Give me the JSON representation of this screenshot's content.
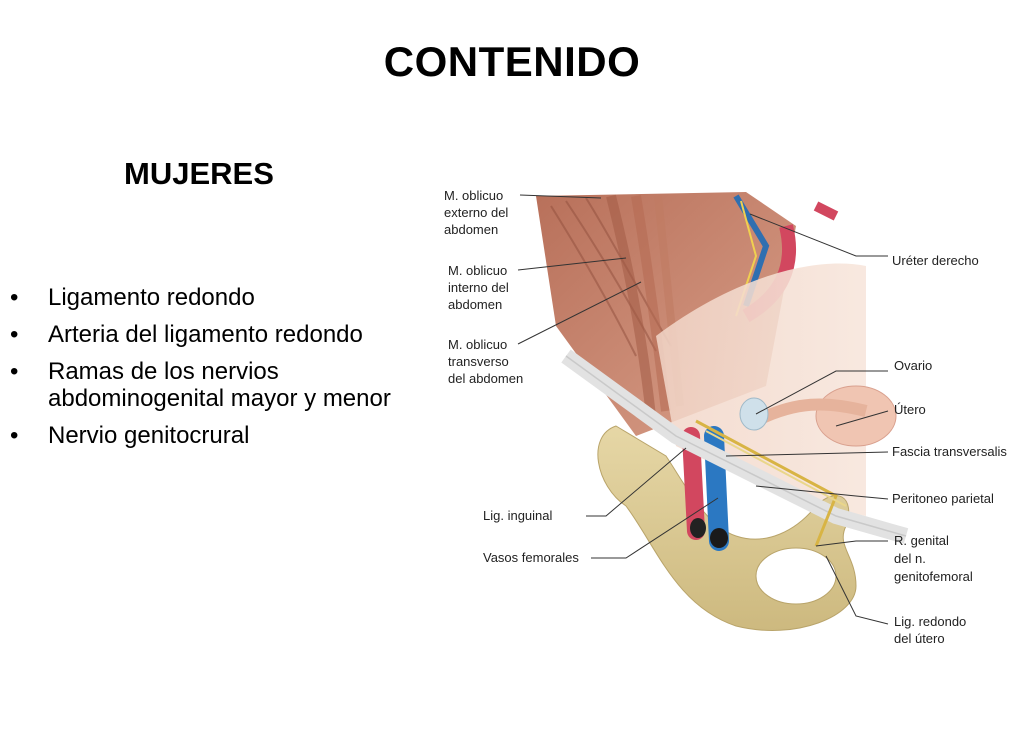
{
  "slide": {
    "title": "CONTENIDO",
    "subtitle": "MUJERES",
    "bullets": [
      "Ligamento redondo",
      "Arteria del ligamento redondo",
      "Ramas de los nervios abdominogenital mayor y menor",
      "Nervio genitocrural"
    ],
    "bullet_marker": "•"
  },
  "figure": {
    "labels": {
      "oblicuo_externo": [
        "M. oblicuo",
        "externo del",
        "abdomen"
      ],
      "oblicuo_interno": [
        "M. oblicuo",
        "interno del",
        "abdomen"
      ],
      "oblicuo_transverso": [
        "M. oblicuo",
        "transverso",
        "del abdomen"
      ],
      "ureter": [
        "Uréter derecho"
      ],
      "ovario": [
        "Ovario"
      ],
      "utero": [
        "Útero"
      ],
      "fascia": [
        "Fascia transversalis"
      ],
      "peritoneo": [
        "Peritoneo parietal"
      ],
      "lig_inguinal": [
        "Lig. inguinal"
      ],
      "vasos_femorales": [
        "Vasos femorales"
      ],
      "rama_genital": [
        "R. genital",
        "del n.",
        "genitofemoral"
      ],
      "lig_redondo": [
        "Lig. redondo",
        "del útero"
      ]
    }
  }
}
